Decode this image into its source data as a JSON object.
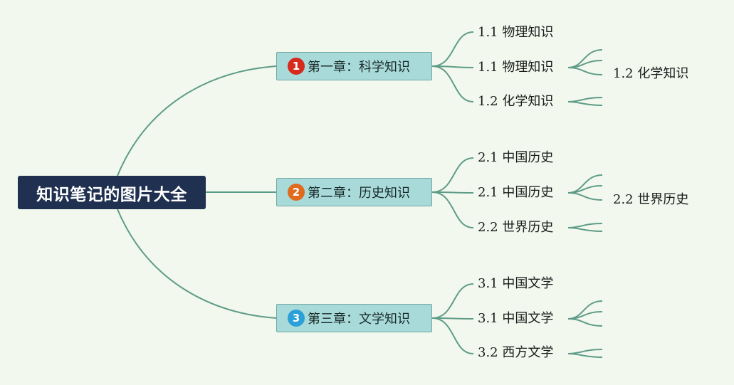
{
  "colors": {
    "background": "#f2f8ee",
    "root_fill": "#1f3050",
    "chapter_fill": "#a8dad9",
    "connector": "#5f9c88"
  },
  "root": {
    "label": "知识笔记的图片大全"
  },
  "chapters": [
    {
      "number": "1",
      "badge_color": "#d62a1e",
      "label": "第一章：科学知识",
      "items": [
        "1.1 物理知识",
        "1.1 物理知识",
        "1.2 化学知识"
      ],
      "side_label": "1.2 化学知识"
    },
    {
      "number": "2",
      "badge_color": "#e06b1f",
      "label": "第二章：历史知识",
      "items": [
        "2.1 中国历史",
        "2.1 中国历史",
        "2.2 世界历史"
      ],
      "side_label": "2.2 世界历史"
    },
    {
      "number": "3",
      "badge_color": "#2a9fd8",
      "label": "第三章：文学知识",
      "items": [
        "3.1 中国文学",
        "3.1 中国文学",
        "3.2 西方文学"
      ],
      "side_label": ""
    }
  ]
}
